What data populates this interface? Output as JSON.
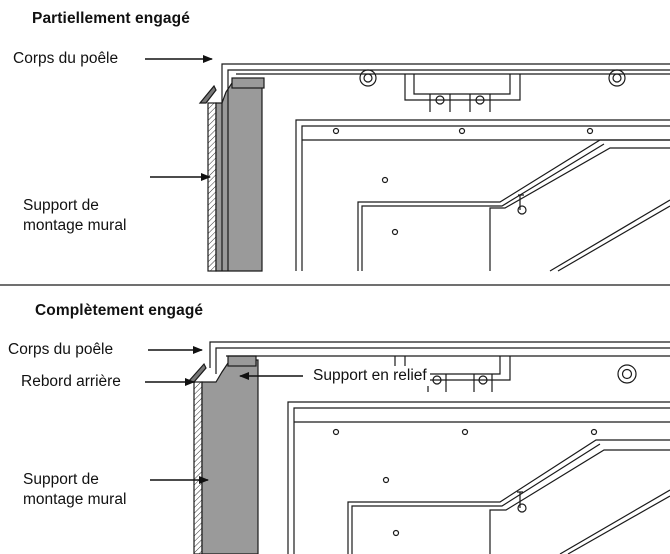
{
  "top": {
    "title": "Partiellement engagé",
    "labels": {
      "stove_body": "Corps du poêle",
      "wall_bracket": "Support de montage mural"
    }
  },
  "bottom": {
    "title": "Complètement engagé",
    "labels": {
      "stove_body": "Corps du poêle",
      "rear_lip": "Rebord arrière",
      "raised_support": "Support en relief",
      "wall_bracket": "Support de montage mural"
    }
  },
  "colors": {
    "line": "#1a1a1a",
    "bracket_fill": "#9a9a9a",
    "background": "#ffffff"
  }
}
